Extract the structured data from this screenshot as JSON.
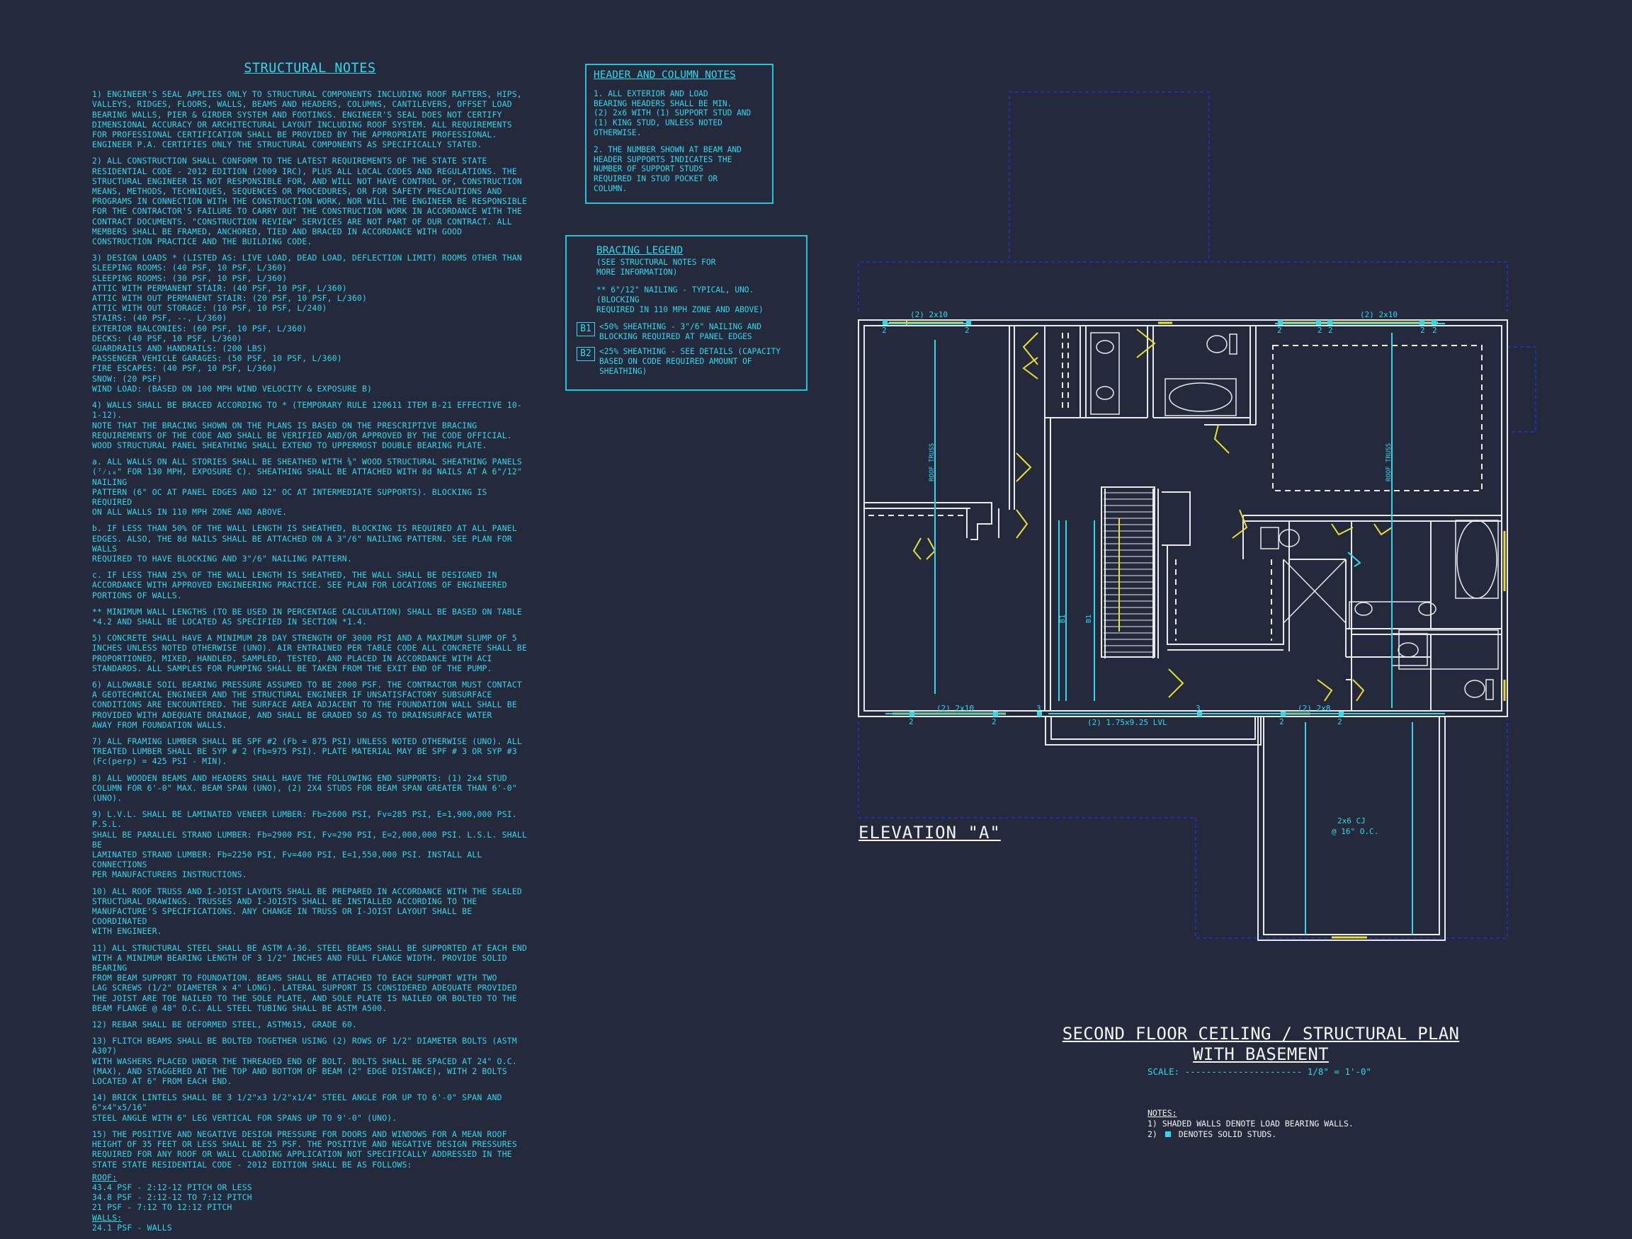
{
  "structural_notes": {
    "title": "STRUCTURAL NOTES",
    "paragraphs": [
      "1) ENGINEER'S SEAL APPLIES ONLY TO STRUCTURAL COMPONENTS INCLUDING ROOF RAFTERS, HIPS,\nVALLEYS, RIDGES, FLOORS, WALLS, BEAMS AND HEADERS, COLUMNS, CANTILEVERS, OFFSET LOAD\nBEARING WALLS, PIER & GIRDER SYSTEM AND FOOTINGS. ENGINEER'S SEAL DOES NOT CERTIFY\nDIMENSIONAL ACCURACY OR ARCHITECTURAL LAYOUT INCLUDING ROOF SYSTEM. ALL REQUIREMENTS\nFOR PROFESSIONAL CERTIFICATION SHALL BE PROVIDED BY THE APPROPRIATE PROFESSIONAL.\nENGINEER P.A. CERTIFIES ONLY THE STRUCTURAL COMPONENTS AS SPECIFICALLY STATED.",
      "2) ALL CONSTRUCTION SHALL CONFORM TO THE LATEST REQUIREMENTS OF THE STATE STATE\nRESIDENTIAL CODE - 2012 EDITION (2009 IRC), PLUS ALL LOCAL CODES AND REGULATIONS. THE\nSTRUCTURAL ENGINEER IS NOT RESPONSIBLE FOR, AND WILL NOT HAVE CONTROL OF, CONSTRUCTION\nMEANS, METHODS, TECHNIQUES, SEQUENCES OR PROCEDURES, OR FOR SAFETY PRECAUTIONS AND\nPROGRAMS IN CONNECTION WITH THE CONSTRUCTION WORK, NOR WILL THE ENGINEER BE RESPONSIBLE\nFOR THE CONTRACTOR'S FAILURE TO CARRY OUT THE CONSTRUCTION WORK IN ACCORDANCE WITH THE\nCONTRACT DOCUMENTS. \"CONSTRUCTION REVIEW\" SERVICES ARE NOT PART OF OUR CONTRACT. ALL\nMEMBERS SHALL BE FRAMED, ANCHORED, TIED AND BRACED IN ACCORDANCE WITH GOOD\nCONSTRUCTION PRACTICE AND THE BUILDING CODE.",
      "3) DESIGN LOADS * (LISTED AS: LIVE LOAD, DEAD LOAD, DEFLECTION LIMIT) ROOMS OTHER THAN\nSLEEPING ROOMS: (40 PSF, 10 PSF, L/360)\nSLEEPING ROOMS: (30 PSF, 10 PSF, L/360)\nATTIC WITH PERMANENT STAIR: (40 PSF, 10 PSF, L/360)\nATTIC WITH OUT PERMANENT STAIR: (20 PSF, 10 PSF, L/360)\nATTIC WITH OUT STORAGE: (10 PSF, 10 PSF, L/240)\nSTAIRS: (40 PSF, --, L/360)\nEXTERIOR BALCONIES: (60 PSF, 10 PSF, L/360)\nDECKS: (40 PSF, 10 PSF, L/360)\nGUARDRAILS AND HANDRAILS: (200 LBS)\nPASSENGER VEHICLE GARAGES: (50 PSF, 10 PSF, L/360)\nFIRE ESCAPES: (40 PSF, 10 PSF, L/360)\nSNOW: (20     PSF)\nWIND LOAD: (BASED ON 100 MPH WIND VELOCITY & EXPOSURE B)",
      "4) WALLS SHALL BE BRACED ACCORDING TO * (TEMPORARY RULE 120611 ITEM B-21 EFFECTIVE 10-1-12).\nNOTE THAT THE BRACING SHOWN ON THE PLANS IS BASED ON THE PRESCRIPTIVE BRACING\nREQUIREMENTS OF THE CODE AND SHALL BE VERIFIED AND/OR APPROVED BY THE CODE OFFICIAL.\nWOOD STRUCTURAL PANEL SHEATHING SHALL EXTEND TO UPPERMOST DOUBLE BEARING PLATE.",
      "a. ALL WALLS ON ALL STORIES SHALL BE SHEATHED WITH ⅜\" WOOD STRUCTURAL SHEATHING PANELS\n(⁷⁄₁₆\" FOR 130 MPH, EXPOSURE C). SHEATHING SHALL BE ATTACHED WITH 8d NAILS AT A 6\"/12\" NAILING\nPATTERN (6\" OC AT PANEL EDGES AND 12\" OC AT INTERMEDIATE SUPPORTS). BLOCKING IS REQUIRED\nON ALL WALLS IN 110 MPH ZONE AND ABOVE.",
      "b. IF LESS THAN 50% OF THE WALL LENGTH IS SHEATHED, BLOCKING IS REQUIRED AT ALL PANEL\nEDGES. ALSO, THE 8d NAILS SHALL BE ATTACHED ON A 3\"/6\" NAILING PATTERN. SEE PLAN FOR WALLS\nREQUIRED TO HAVE BLOCKING AND 3\"/6\" NAILING PATTERN.",
      "c. IF LESS THAN 25% OF THE WALL LENGTH IS SHEATHED, THE WALL SHALL BE DESIGNED IN\nACCORDANCE WITH APPROVED ENGINEERING PRACTICE. SEE PLAN FOR LOCATIONS OF ENGINEERED\nPORTIONS OF WALLS.",
      "** MINIMUM WALL LENGTHS (TO BE USED IN PERCENTAGE CALCULATION) SHALL BE BASED ON TABLE\n*4.2 AND SHALL BE LOCATED AS SPECIFIED IN SECTION *1.4.",
      "5) CONCRETE SHALL HAVE A MINIMUM 28 DAY STRENGTH OF 3000 PSI AND A MAXIMUM SLUMP OF 5\nINCHES UNLESS NOTED OTHERWISE (UNO). AIR ENTRAINED PER TABLE CODE ALL CONCRETE SHALL BE\nPROPORTIONED, MIXED, HANDLED, SAMPLED, TESTED, AND PLACED IN ACCORDANCE WITH ACI\nSTANDARDS. ALL SAMPLES FOR PUMPING SHALL BE TAKEN FROM THE EXIT END OF THE PUMP.",
      "6) ALLOWABLE SOIL BEARING PRESSURE ASSUMED TO BE 2000 PSF. THE CONTRACTOR MUST CONTACT\nA GEOTECHNICAL ENGINEER AND THE STRUCTURAL ENGINEER IF UNSATISFACTORY SUBSURFACE\nCONDITIONS ARE ENCOUNTERED. THE SURFACE AREA ADJACENT TO THE FOUNDATION WALL SHALL BE\nPROVIDED WITH ADEQUATE DRAINAGE, AND SHALL BE GRADED SO AS TO DRAINSURFACE WATER\nAWAY FROM FOUNDATION WALLS.",
      "7) ALL FRAMING LUMBER SHALL BE SPF #2 (Fb = 875 PSI) UNLESS NOTED OTHERWISE (UNO). ALL\nTREATED LUMBER SHALL BE SYP # 2 (Fb=975 PSI). PLATE MATERIAL MAY BE SPF # 3 OR SYP #3\n(Fc(perp) = 425 PSI - MIN).",
      "8) ALL WOODEN BEAMS AND HEADERS SHALL HAVE THE FOLLOWING END SUPPORTS: (1) 2x4 STUD\nCOLUMN FOR 6'-0\" MAX. BEAM SPAN (UNO), (2) 2X4 STUDS FOR BEAM SPAN GREATER THAN 6'-0\"\n(UNO).",
      "9) L.V.L.  SHALL BE LAMINATED VENEER LUMBER: Fb=2600 PSI, Fv=285 PSI, E=1,900,000 PSI. P.S.L.\nSHALL BE PARALLEL STRAND LUMBER: Fb=2900 PSI, Fv=290 PSI, E=2,000,000 PSI. L.S.L.  SHALL BE\nLAMINATED STRAND LUMBER: Fb=2250 PSI, Fv=400 PSI, E=1,550,000 PSI. INSTALL ALL CONNECTIONS\nPER MANUFACTURERS INSTRUCTIONS.",
      "10) ALL ROOF TRUSS AND I-JOIST LAYOUTS SHALL BE PREPARED IN ACCORDANCE WITH THE SEALED\nSTRUCTURAL DRAWINGS. TRUSSES AND I-JOISTS SHALL BE INSTALLED ACCORDING TO THE\nMANUFACTURE'S SPECIFICATIONS. ANY CHANGE IN TRUSS OR I-JOIST LAYOUT SHALL BE COORDINATED\nWITH ENGINEER.",
      "11) ALL STRUCTURAL STEEL SHALL BE ASTM A-36. STEEL BEAMS SHALL BE SUPPORTED AT EACH END\nWITH A MINIMUM BEARING LENGTH OF 3 1/2\" INCHES AND FULL FLANGE WIDTH. PROVIDE SOLID BEARING\nFROM BEAM SUPPORT TO FOUNDATION.  BEAMS SHALL BE ATTACHED TO EACH SUPPORT WITH TWO\nLAG SCREWS (1/2\" DIAMETER x 4\" LONG). LATERAL SUPPORT IS CONSIDERED ADEQUATE PROVIDED\nTHE JOIST ARE TOE NAILED TO THE SOLE PLATE, AND SOLE PLATE IS NAILED OR BOLTED TO THE\nBEAM FLANGE @ 48\" O.C. ALL STEEL TUBING SHALL BE ASTM A500.",
      "12) REBAR SHALL BE DEFORMED STEEL, ASTM615, GRADE 60.",
      "13) FLITCH BEAMS SHALL BE BOLTED TOGETHER USING (2) ROWS OF 1/2\" DIAMETER BOLTS (ASTM A307)\nWITH WASHERS PLACED UNDER THE THREADED END OF BOLT. BOLTS SHALL BE SPACED AT 24\" O.C.\n(MAX), AND STAGGERED AT THE TOP AND BOTTOM OF BEAM (2\" EDGE DISTANCE), WITH 2 BOLTS\nLOCATED AT 6\" FROM EACH END.",
      "14) BRICK LINTELS SHALL BE 3 1/2\"x3 1/2\"x1/4\" STEEL ANGLE FOR UP TO 6'-0\" SPAN AND 6\"x4\"x5/16\"\nSTEEL ANGLE WITH 6\" LEG VERTICAL FOR SPANS UP TO 9'-0\" (UNO).",
      "15) THE POSITIVE AND NEGATIVE DESIGN PRESSURE FOR DOORS AND WINDOWS FOR A MEAN ROOF\nHEIGHT OF 35 FEET OR LESS SHALL BE 25 PSF. THE POSITIVE AND NEGATIVE DESIGN PRESSURES\nREQUIRED FOR ANY ROOF OR WALL CLADDING APPLICATION NOT SPECIFICALLY ADDRESSED IN THE\nSTATE STATE RESIDENTIAL CODE - 2012 EDITION SHALL BE AS FOLLOWS:"
    ],
    "roof_label": "ROOF:",
    "roof_lines": "  43.4 PSF - 2:12-12 PITCH OR LESS\n  34.8 PSF - 2:12-12 TO 7:12 PITCH\n  21 PSF - 7:12 TO 12:12 PITCH",
    "walls_label": "WALLS:",
    "walls_lines": "  24.1 PSF - WALLS"
  },
  "header_column_notes": {
    "title": "HEADER AND COLUMN NOTES",
    "items": [
      "1. ALL EXTERIOR AND LOAD\nBEARING HEADERS SHALL BE MIN.\n(2) 2x6 WITH (1) SUPPORT STUD AND\n(1) KING STUD, UNLESS NOTED\nOTHERWISE.",
      "2. THE NUMBER SHOWN AT BEAM AND\nHEADER SUPPORTS INDICATES THE\nNUMBER OF SUPPORT STUDS\nREQUIRED IN STUD POCKET OR\nCOLUMN."
    ]
  },
  "bracing_legend": {
    "title": "BRACING LEGEND",
    "subtitle": "(SEE STRUCTURAL NOTES FOR\nMORE INFORMATION)",
    "note": "** 6\"/12\" NAILING - TYPICAL, UNO. (BLOCKING\nREQUIRED IN 110 MPH ZONE AND ABOVE)",
    "items": [
      {
        "key": "B1",
        "text": "<50% SHEATHING - 3\"/6\" NAILING AND\nBLOCKING REQUIRED AT PANEL EDGES"
      },
      {
        "key": "B2",
        "text": "<25% SHEATHING - SEE DETAILS (CAPACITY\nBASED ON CODE REQUIRED AMOUNT OF\nSHEATHING)"
      }
    ]
  },
  "plan": {
    "elevation": "ELEVATION \"A\"",
    "title_line1": "SECOND FLOOR CEILING / STRUCTURAL PLAN",
    "title_line2": "WITH BASEMENT",
    "scale": "SCALE: ---------------------- 1/8\" = 1'-0\"",
    "notes_heading": "NOTES:",
    "note1": "1) SHADED WALLS DENOTE LOAD BEARING WALLS.",
    "note2": "DENOTES SOLID STUDS.",
    "note2_prefix": "2)",
    "labels": {
      "hdr_top_left": "(2) 2x10",
      "hdr_top_right": "(2) 2x10",
      "hdr_bottom_left": "(2) 2x10",
      "hdr_lvl": "(2) 1.75x9.25 LVL",
      "hdr_2x8": "(2) 2x8",
      "roof_truss": "ROOF TRUSS",
      "cj": "2x6 CJ",
      "cj_spacing": "@ 16\" O.C.",
      "b1": "B1",
      "stud2": "2",
      "stud3": "3"
    }
  },
  "colors": {
    "background": "#242a3b",
    "cyan": "#30d8ee",
    "wall": "#e8eaee",
    "door": "#e9e032",
    "dashed_blue": "#2230d8"
  }
}
